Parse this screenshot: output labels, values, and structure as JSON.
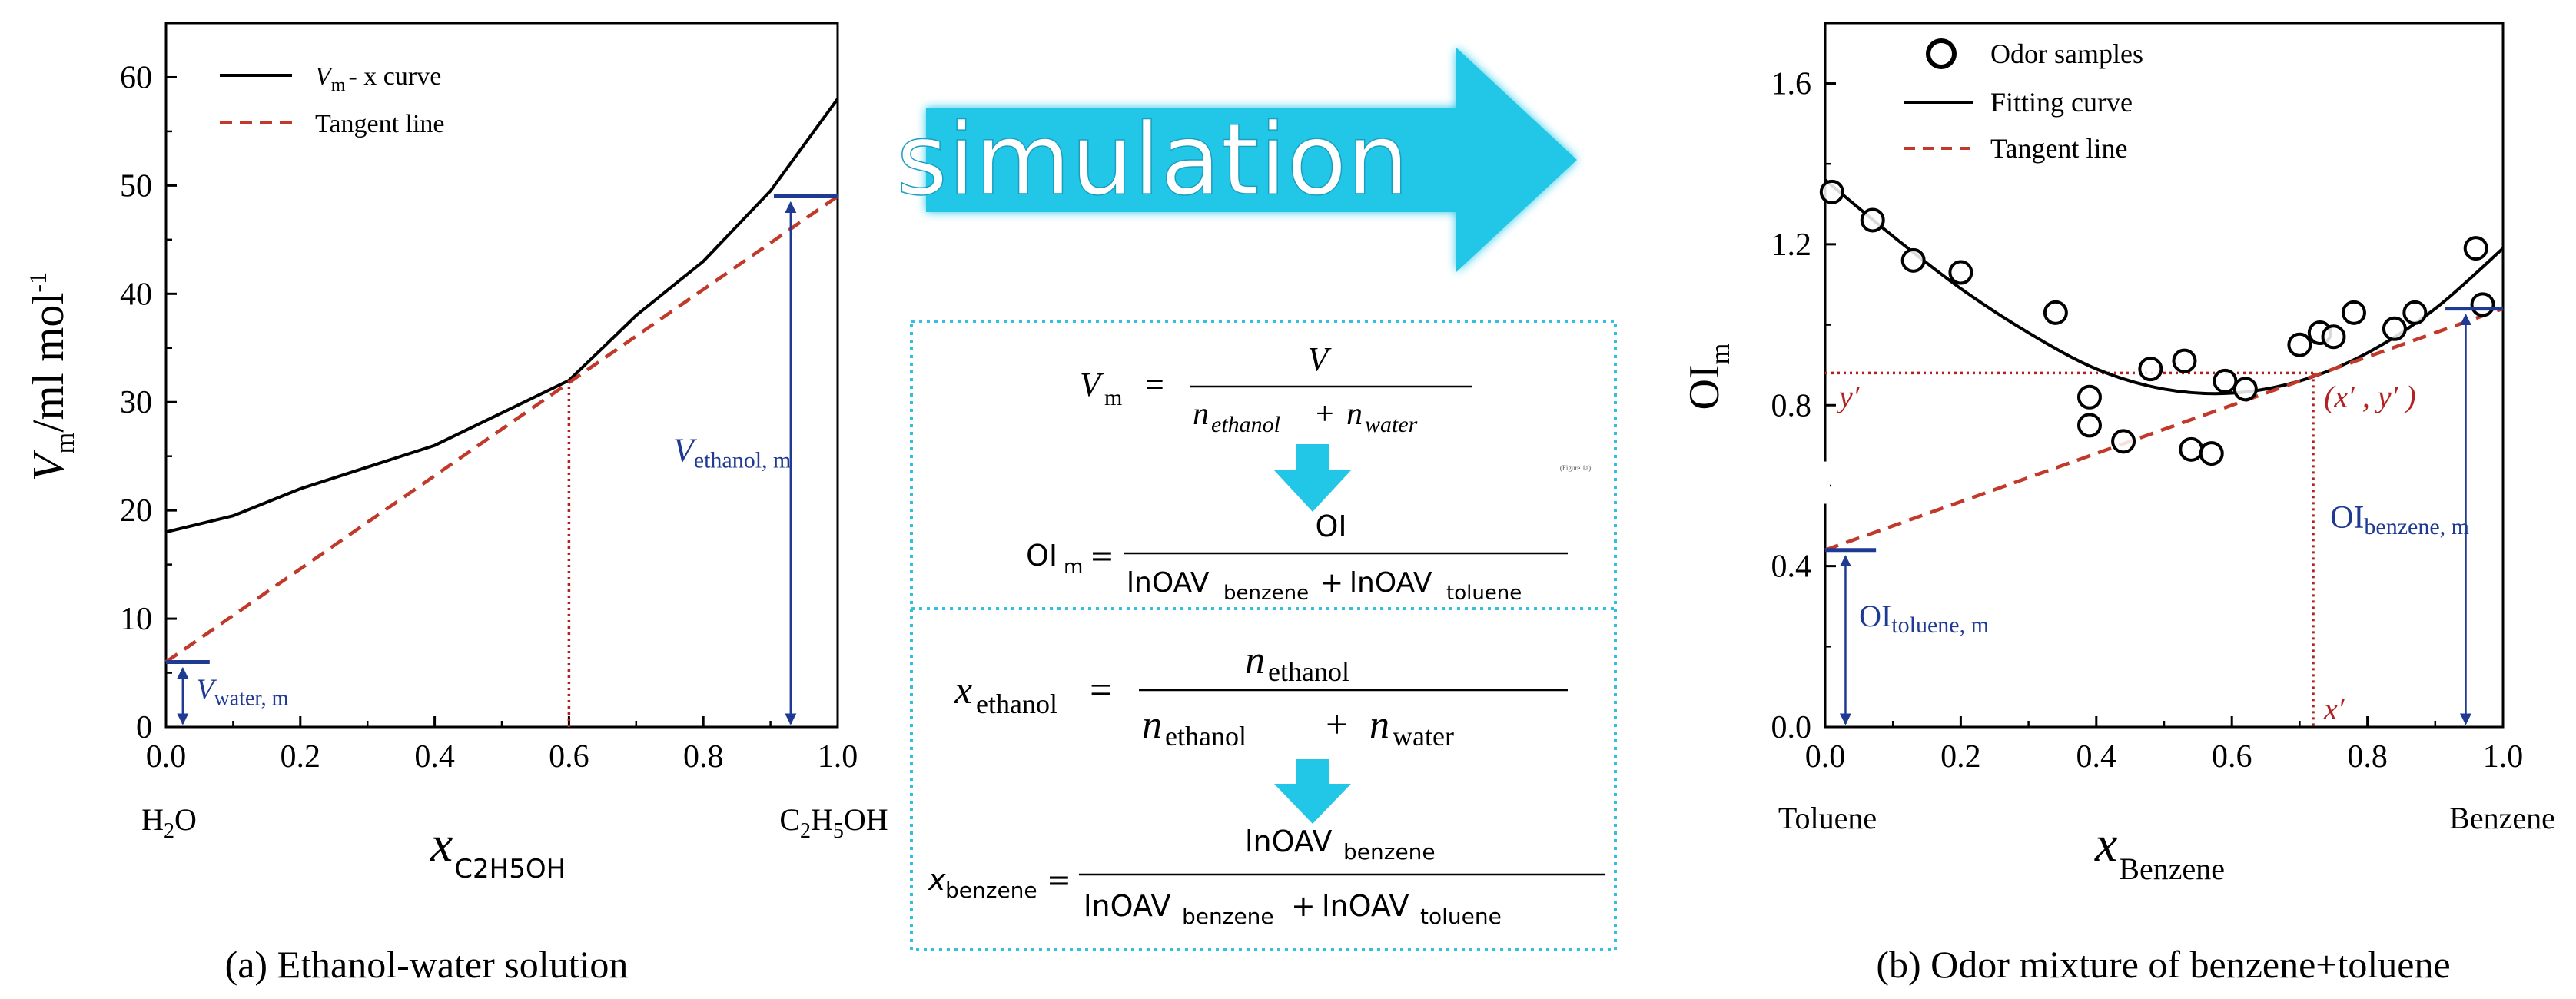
{
  "panel_a": {
    "caption": "(a) Ethanol-water solution",
    "left_label": "H",
    "left_label_sub": "2",
    "left_label_end": "O",
    "right_label_1": "C",
    "right_label_sub1": "2",
    "right_label_2": "H",
    "right_label_sub2": "5",
    "right_label_3": "OH",
    "xlabel_main": "x",
    "xlabel_sub": "C2H5OH",
    "ylabel_main": "V",
    "ylabel_sub": "m",
    "ylabel_unit": "/ml mol",
    "ylabel_sup": "-1",
    "annot_water_main": "V",
    "annot_water_sub": "water, m",
    "annot_ethanol_main": "V",
    "annot_ethanol_sub": "ethanol, m",
    "legend": {
      "curve_main": "V",
      "curve_sub": "m",
      "curve_rest": "- x curve",
      "tangent": "Tangent line"
    }
  },
  "panel_b": {
    "caption": "(b) Odor mixture of benzene+toluene",
    "left_label": "Toluene",
    "right_label": "Benzene",
    "xlabel_main": "x",
    "xlabel_sub": "Benzene",
    "ylabel_main": "OI",
    "ylabel_sub": "m",
    "annot_yprime": "y′",
    "annot_point": "(x′ , y′ )",
    "annot_xprime": "x′",
    "annot_toluene_main": "OI",
    "annot_toluene_sub": "toluene, m",
    "annot_benzene_main": "OI",
    "annot_benzene_sub": "benzene, m",
    "legend": {
      "samples": "Odor samples",
      "fit": "Fitting curve",
      "tangent": "Tangent line"
    }
  },
  "middle": {
    "arrow_text": "simulation",
    "eq1_lhs": "V",
    "eq1_lhs_sub": "m",
    "eq1_num": "V",
    "eq1_den_a": "n",
    "eq1_den_a_sub": "ethanol",
    "eq1_den_b": "n",
    "eq1_den_b_sub": "water",
    "eq1_note": "(Figure 1a)",
    "eq2_lhs": "OI",
    "eq2_lhs_sub": "m",
    "eq2_num": "OI",
    "eq2_den_a": "lnOAV",
    "eq2_den_a_sub": "benzene",
    "eq2_den_b": "lnOAV",
    "eq2_den_b_sub": "toluene",
    "eq3_lhs": "x",
    "eq3_lhs_sub": "ethanol",
    "eq3_num": "n",
    "eq3_num_sub": "ethanol",
    "eq3_den_a": "n",
    "eq3_den_a_sub": "ethanol",
    "eq3_den_b": "n",
    "eq3_den_b_sub": "water",
    "eq4_lhs": "x",
    "eq4_lhs_sub": "benzene",
    "eq4_num": "lnOAV",
    "eq4_num_sub": "benzene",
    "eq4_den_a": "lnOAV",
    "eq4_den_a_sub": "benzene",
    "eq4_den_b": "lnOAV",
    "eq4_den_b_sub": "toluene",
    "plus": "+",
    "equals": "="
  },
  "colors": {
    "curve": "#000000",
    "tangent": "#c0392b",
    "guide": "#b22222",
    "annot": "#1f3a93",
    "arrow": "#22c7e8",
    "dotted_box": "#33bfe0"
  },
  "chart_data": [
    {
      "type": "line",
      "xlim": [
        0.0,
        1.0
      ],
      "ylim": [
        0,
        65
      ],
      "xticks": [
        0.0,
        0.2,
        0.4,
        0.6,
        0.8,
        1.0
      ],
      "xtick_labels": [
        "0.0",
        "0.2",
        "0.4",
        "0.6",
        "0.8",
        "1.0"
      ],
      "yticks": [
        0,
        10,
        20,
        30,
        40,
        50,
        60
      ],
      "ytick_labels": [
        "0",
        "10",
        "20",
        "30",
        "40",
        "50",
        "60"
      ],
      "grid": false,
      "legend": "top-left",
      "series": [
        {
          "name": "V_m - x curve",
          "x": [
            0.0,
            0.1,
            0.2,
            0.3,
            0.4,
            0.5,
            0.6,
            0.7,
            0.8,
            0.9,
            1.0
          ],
          "y": [
            18,
            19.5,
            22,
            24,
            26,
            29,
            32,
            38,
            43,
            49.5,
            58
          ]
        },
        {
          "name": "Tangent line",
          "x": [
            0.0,
            1.0
          ],
          "y": [
            6,
            49
          ]
        }
      ],
      "tangent_point": {
        "x": 0.6,
        "y": 32
      },
      "intercepts": {
        "water": 6,
        "ethanol": 49
      }
    },
    {
      "type": "scatter",
      "xlim": [
        0.0,
        1.0
      ],
      "ylim": [
        0.0,
        1.75
      ],
      "xticks": [
        0.0,
        0.2,
        0.4,
        0.6,
        0.8,
        1.0
      ],
      "xtick_labels": [
        "0.0",
        "0.2",
        "0.4",
        "0.6",
        "0.8",
        "1.0"
      ],
      "yticks": [
        0.0,
        0.4,
        0.8,
        1.2,
        1.6
      ],
      "ytick_labels": [
        "0.0",
        "0.4",
        "0.8",
        "1.2",
        "1.6"
      ],
      "grid": false,
      "legend": "top-left",
      "series": [
        {
          "name": "Odor samples",
          "x": [
            0.01,
            0.07,
            0.13,
            0.2,
            0.34,
            0.39,
            0.39,
            0.44,
            0.48,
            0.53,
            0.54,
            0.57,
            0.59,
            0.62,
            0.7,
            0.73,
            0.75,
            0.78,
            0.84,
            0.87,
            0.96,
            0.97
          ],
          "y": [
            1.33,
            1.26,
            1.16,
            1.13,
            1.03,
            0.82,
            0.75,
            0.71,
            0.89,
            0.91,
            0.69,
            0.68,
            0.86,
            0.84,
            0.95,
            0.98,
            0.97,
            1.03,
            0.99,
            1.03,
            1.19,
            1.05
          ]
        },
        {
          "name": "Fitting curve",
          "x": [
            0.0,
            0.1,
            0.2,
            0.3,
            0.4,
            0.5,
            0.6,
            0.7,
            0.8,
            0.9,
            1.0
          ],
          "y": [
            1.36,
            1.22,
            1.09,
            0.98,
            0.89,
            0.84,
            0.83,
            0.86,
            0.93,
            1.04,
            1.19
          ]
        },
        {
          "name": "Tangent line",
          "x": [
            0.0,
            1.0
          ],
          "y": [
            0.44,
            1.04
          ]
        }
      ],
      "tangent_point": {
        "x": 0.72,
        "y": 0.88
      },
      "intercepts": {
        "toluene": 0.44,
        "benzene": 1.04
      }
    }
  ]
}
